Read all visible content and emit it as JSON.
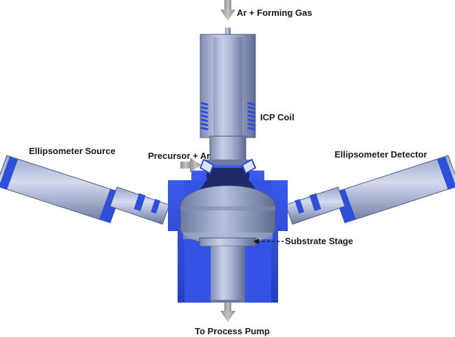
{
  "labels": {
    "gas_inlet": "Ar + Forming Gas",
    "icp_coil": "ICP Coil",
    "precursor": "Precursor + Ar",
    "source": "Ellipsometer Source",
    "detector": "Ellipsometer Detector",
    "stage": "Substrate Stage",
    "pump": "To Process Pump"
  },
  "colors": {
    "chamber_blue": "#2f4fd8",
    "steel_light": "#c9d0e6",
    "steel_mid": "#9aa6c9",
    "steel_dark": "#5f6b92",
    "arrow_gray": "#a9a9a9",
    "label_text": "#1a1a1a"
  }
}
